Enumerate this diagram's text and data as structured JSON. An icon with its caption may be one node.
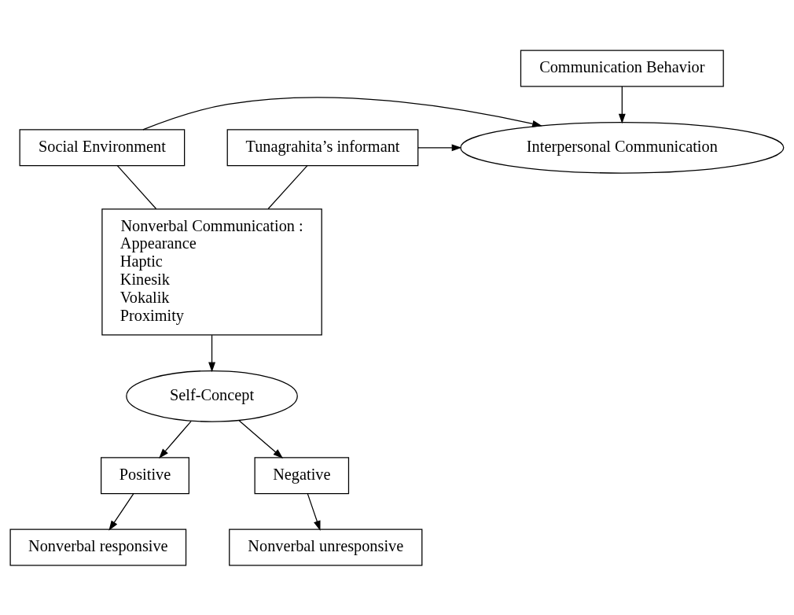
{
  "diagram": {
    "nodes": [
      {
        "text": [
          "Communication Behavior"
        ]
      },
      {
        "text": [
          "Interpersonal Communication"
        ]
      },
      {
        "text": [
          "Social Environment"
        ]
      },
      {
        "text": [
          "Tunagrahita’s informant"
        ]
      },
      {
        "text": [
          "Nonverbal Communication :",
          "Appearance",
          "Haptic",
          "Kinesik",
          "Vokalik",
          "Proximity"
        ]
      },
      {
        "text": [
          "Self-Concept"
        ]
      },
      {
        "text": [
          "Positive"
        ]
      },
      {
        "text": [
          "Negative"
        ]
      },
      {
        "text": [
          "Nonverbal responsive"
        ]
      },
      {
        "text": [
          "Nonverbal unresponsive"
        ]
      }
    ],
    "edges": [
      {
        "from": 0,
        "to": 1,
        "arrow": "to"
      },
      {
        "from": 2,
        "to": 1,
        "arrow": "to"
      },
      {
        "from": 3,
        "to": 1,
        "arrow": "to"
      },
      {
        "from": 2,
        "to": 4,
        "arrow": "none"
      },
      {
        "from": 3,
        "to": 4,
        "arrow": "none"
      },
      {
        "from": 4,
        "to": 5,
        "arrow": "to"
      },
      {
        "from": 5,
        "to": 6,
        "arrow": "to"
      },
      {
        "from": 5,
        "to": 7,
        "arrow": "to"
      },
      {
        "from": 6,
        "to": 8,
        "arrow": "to"
      },
      {
        "from": 7,
        "to": 9,
        "arrow": "to"
      }
    ]
  }
}
